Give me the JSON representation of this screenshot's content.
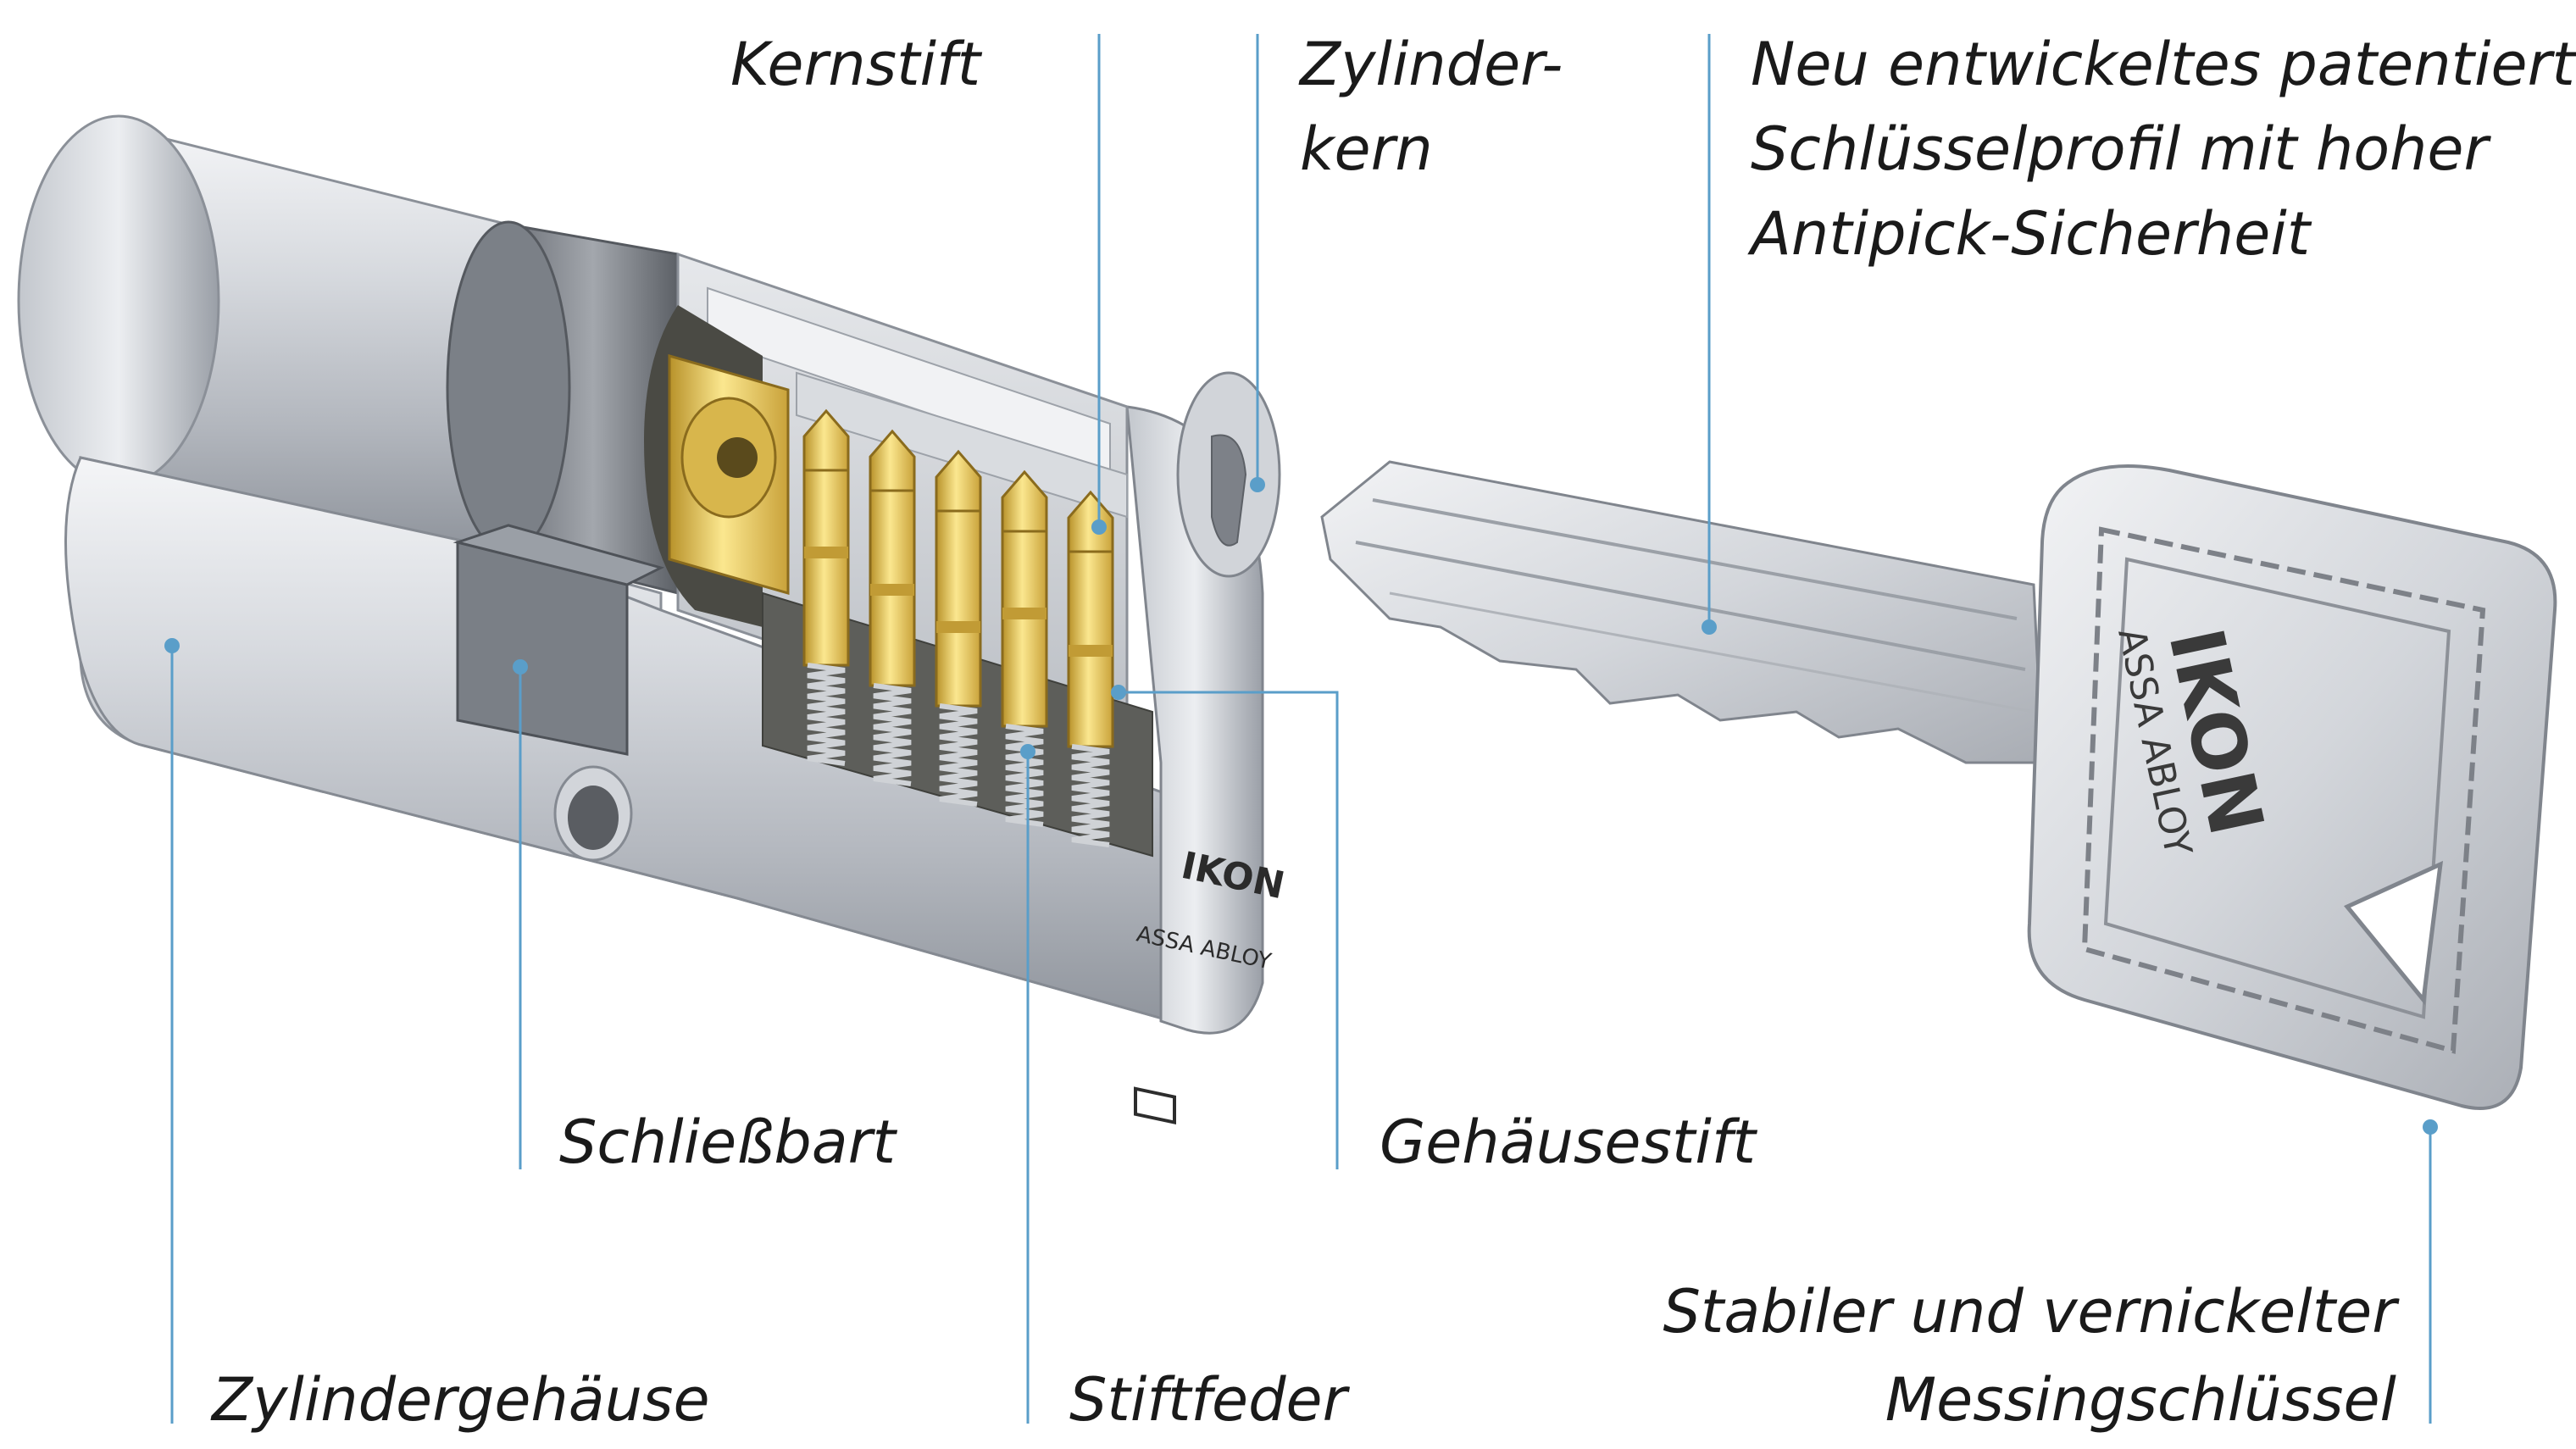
{
  "labels": {
    "kernstift": "Kernstift",
    "zylinderkern_1": "Zylinder-",
    "zylinderkern_2": "kern",
    "profil_1": "Neu entwickeltes patentiertes",
    "profil_2": "Schlüsselprofil mit hoher",
    "profil_3": "Antipick-Sicherheit",
    "schliessbart": "Schließbart",
    "gehaeusestift": "Gehäusestift",
    "schluessel_1": "Stabiler und vernickelter",
    "schluessel_2": "Messingschlüssel",
    "zylindergehaeuse": "Zylindergehäuse",
    "stiftfeder": "Stiftfeder"
  },
  "branding": {
    "cylinder_logo": "IKON",
    "cylinder_sub": "ASSA ABLOY",
    "key_logo": "IKON",
    "key_sub": "ASSA ABLOY"
  },
  "colors": {
    "leader_line": "#5a9ec9",
    "label_text": "#1a1a1a",
    "brass": "#e8c95a",
    "steel": "#c9ccd1"
  },
  "pins": {
    "count": 5
  }
}
